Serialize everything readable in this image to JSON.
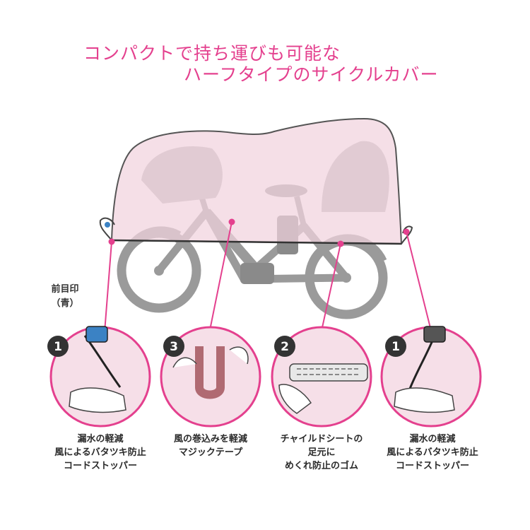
{
  "headline": {
    "line1": "コンパクトで持ち運びも可能な",
    "line2": "ハーフタイプのサイクルカバー"
  },
  "front_marker": {
    "line1": "前目印",
    "line2": "（青）"
  },
  "details": [
    {
      "number": "1",
      "caption": [
        "漏水の軽減",
        "風によるバタツキ防止",
        "コードストッパー"
      ]
    },
    {
      "number": "3",
      "caption": [
        "風の巻込みを軽減",
        "マジックテープ"
      ]
    },
    {
      "number": "2",
      "caption": [
        "チャイルドシートの",
        "足元に",
        "めくれ防止のゴム"
      ]
    },
    {
      "number": "1",
      "caption": [
        "漏水の軽減",
        "風によるバタツキ防止",
        "コードストッパー"
      ]
    }
  ],
  "colors": {
    "accent": "#e4408e",
    "cover_fill": "#f1d2de",
    "bike": "#9a9a9a",
    "badge": "#333333"
  }
}
